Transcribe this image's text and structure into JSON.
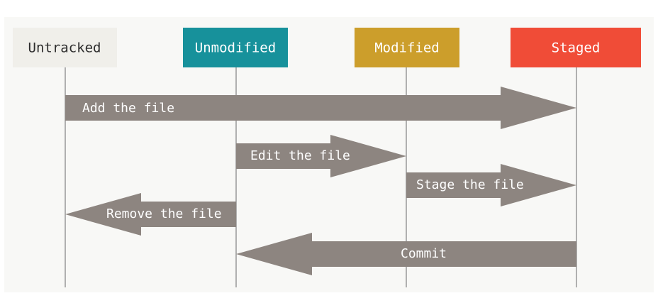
{
  "states": [
    {
      "id": "untracked",
      "label": "Untracked",
      "fill": "#f0efea",
      "text_color": "#2d2d2d"
    },
    {
      "id": "unmodified",
      "label": "Unmodified",
      "fill": "#17919b",
      "text_color": "#ffffff"
    },
    {
      "id": "modified",
      "label": "Modified",
      "fill": "#cc9e2b",
      "text_color": "#ffffff"
    },
    {
      "id": "staged",
      "label": "Staged",
      "fill": "#f04c37",
      "text_color": "#ffffff"
    }
  ],
  "transitions": [
    {
      "id": "add",
      "label": "Add the file",
      "from": "untracked",
      "to": "staged"
    },
    {
      "id": "edit",
      "label": "Edit the file",
      "from": "unmodified",
      "to": "modified"
    },
    {
      "id": "stage",
      "label": "Stage the file",
      "from": "modified",
      "to": "staged"
    },
    {
      "id": "remove",
      "label": "Remove the file",
      "from": "unmodified",
      "to": "untracked"
    },
    {
      "id": "commit",
      "label": "Commit",
      "from": "staged",
      "to": "unmodified"
    }
  ],
  "colors": {
    "arrow": "#8d8580",
    "lifeline": "#8a8a8a",
    "background": "#f8f8f6"
  }
}
